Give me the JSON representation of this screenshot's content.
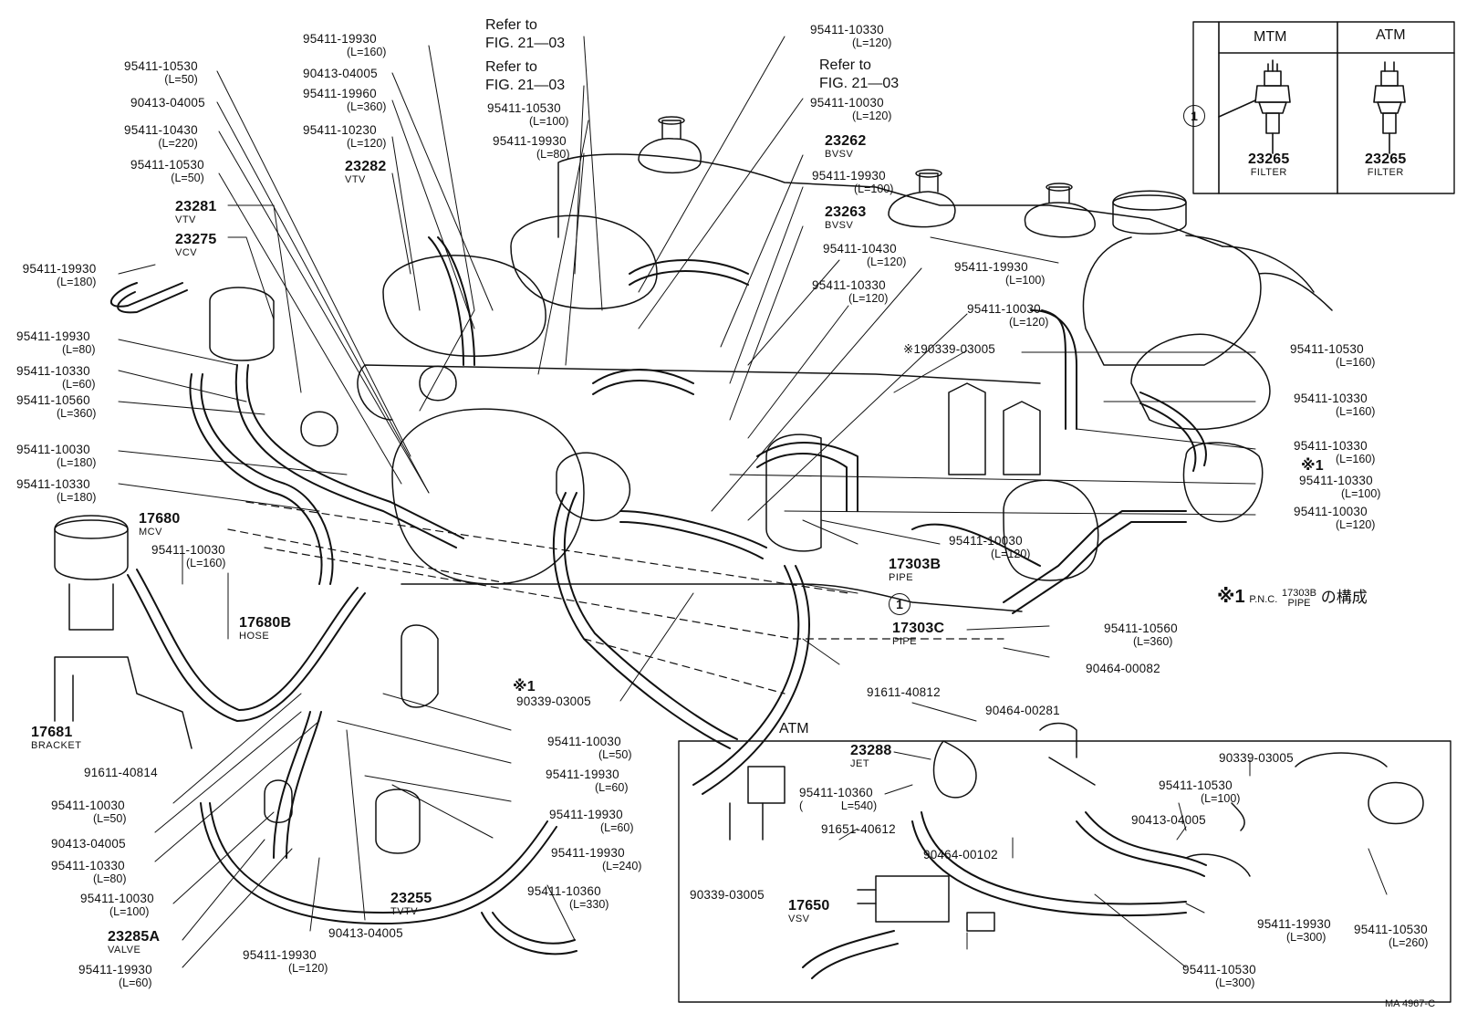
{
  "diagram": {
    "inset_table": {
      "columns": [
        "MTM",
        "ATM"
      ],
      "marker": "1",
      "items": [
        {
          "part": "23265",
          "desc": "FILTER"
        },
        {
          "part": "23265",
          "desc": "FILTER"
        }
      ]
    },
    "refs": [
      {
        "line1": "Refer to",
        "line2": "FIG. 21—03"
      },
      {
        "line1": "Refer to",
        "line2": "FIG. 21—03"
      },
      {
        "line1": "Refer to",
        "line2": "FIG. 21—03"
      }
    ],
    "labels_left": [
      {
        "pn": "95411-10530",
        "len": "(L=50)"
      },
      {
        "pn": "90413-04005",
        "len": ""
      },
      {
        "pn": "95411-10430",
        "len": "(L=220)"
      },
      {
        "pn": "95411-10530",
        "len": "(L=50)"
      },
      {
        "pn": "23281",
        "len": "VTV"
      },
      {
        "pn": "23275",
        "len": "VCV"
      },
      {
        "pn": "95411-19930",
        "len": "(L=180)"
      },
      {
        "pn": "95411-19930",
        "len": "(L=80)"
      },
      {
        "pn": "95411-10330",
        "len": "(L=60)"
      },
      {
        "pn": "95411-10560",
        "len": "(L=360)"
      },
      {
        "pn": "95411-10030",
        "len": "(L=180)"
      },
      {
        "pn": "95411-10330",
        "len": "(L=180)"
      },
      {
        "pn": "17680",
        "len": "MCV"
      },
      {
        "pn": "95411-10030",
        "len": "(L=160)"
      },
      {
        "pn": "17680B",
        "len": "HOSE"
      },
      {
        "pn": "17681",
        "len": "BRACKET"
      },
      {
        "pn": "91611-40814",
        "len": ""
      },
      {
        "pn": "95411-10030",
        "len": "(L=50)"
      },
      {
        "pn": "90413-04005",
        "len": ""
      },
      {
        "pn": "95411-10330",
        "len": "(L=80)"
      },
      {
        "pn": "95411-10030",
        "len": "(L=100)"
      },
      {
        "pn": "23285A",
        "len": "VALVE"
      },
      {
        "pn": "95411-19930",
        "len": "(L=60)"
      }
    ],
    "labels_top": [
      {
        "pn": "95411-19930",
        "len": "(L=160)"
      },
      {
        "pn": "90413-04005",
        "len": ""
      },
      {
        "pn": "95411-19960",
        "len": "(L=360)"
      },
      {
        "pn": "95411-10230",
        "len": "(L=120)"
      },
      {
        "pn": "23282",
        "len": "VTV"
      },
      {
        "pn": "95411-10530",
        "len": "(L=100)"
      },
      {
        "pn": "95411-19930",
        "len": "(L=80)"
      },
      {
        "pn": "95411-10330",
        "len": "(L=120)"
      },
      {
        "pn": "95411-10030",
        "len": "(L=120)"
      },
      {
        "pn": "23262",
        "len": "BVSV"
      },
      {
        "pn": "95411-19930",
        "len": "(L=100)"
      },
      {
        "pn": "23263",
        "len": "BVSV"
      },
      {
        "pn": "95411-10430",
        "len": "(L=120)"
      },
      {
        "pn": "95411-10330",
        "len": "(L=120)"
      },
      {
        "pn": "95411-19930",
        "len": "(L=100)"
      },
      {
        "pn": "95411-10030",
        "len": "(L=120)"
      },
      {
        "pn": "※190339-03005",
        "len": ""
      }
    ],
    "labels_right": [
      {
        "pn": "95411-10530",
        "len": "(L=160)"
      },
      {
        "pn": "95411-10330",
        "len": "(L=160)"
      },
      {
        "pn": "95411-10330",
        "len": "(L=160)"
      },
      {
        "pn": "※1",
        "len": ""
      },
      {
        "pn": "95411-10330",
        "len": "(L=100)"
      },
      {
        "pn": "95411-10030",
        "len": "(L=120)"
      },
      {
        "pn": "95411-10030",
        "len": "(L=120)"
      },
      {
        "pn": "17303B",
        "len": "PIPE"
      },
      {
        "pn": "17303C",
        "len": "PIPE"
      },
      {
        "pn": "95411-10560",
        "len": "(L=360)"
      },
      {
        "pn": "90464-00082",
        "len": ""
      },
      {
        "pn": "91611-40812",
        "len": ""
      },
      {
        "pn": "90464-00281",
        "len": ""
      }
    ],
    "labels_bottom": [
      {
        "pn": "※1",
        "len": ""
      },
      {
        "pn": "90339-03005",
        "len": ""
      },
      {
        "pn": "95411-10030",
        "len": "(L=50)"
      },
      {
        "pn": "95411-19930",
        "len": "(L=60)"
      },
      {
        "pn": "95411-19930",
        "len": "(L=60)"
      },
      {
        "pn": "95411-19930",
        "len": "(L=240)"
      },
      {
        "pn": "95411-10360",
        "len": "(L=330)"
      },
      {
        "pn": "23255",
        "len": "TVTV"
      },
      {
        "pn": "90413-04005",
        "len": ""
      },
      {
        "pn": "95411-19930",
        "len": "(L=120)"
      },
      {
        "atm": "ATM"
      }
    ],
    "labels_inset": [
      {
        "pn": "23288",
        "len": "JET"
      },
      {
        "pn": "95411-10360",
        "len": "L=540)"
      },
      {
        "pn": "91651-40612",
        "len": ""
      },
      {
        "pn": "90464-00102",
        "len": ""
      },
      {
        "pn": "90339-03005",
        "len": ""
      },
      {
        "pn": "17650",
        "len": "VSV"
      },
      {
        "pn": "95411-10530",
        "len": "(L=100)"
      },
      {
        "pn": "90413-04005",
        "len": ""
      },
      {
        "pn": "90339-03005",
        "len": ""
      },
      {
        "pn": "95411-19930",
        "len": "(L=300)"
      },
      {
        "pn": "95411-10530",
        "len": "(L=260)"
      },
      {
        "pn": "95411-10530",
        "len": "(L=300)"
      }
    ],
    "note": {
      "mark": "※1",
      "pnc": "P.N.C.",
      "part": "17303B",
      "sub": "PIPE",
      "text": "の構成"
    },
    "circle_marker": "1",
    "drawing_code": "MA 4967-C",
    "open_paren": "("
  }
}
